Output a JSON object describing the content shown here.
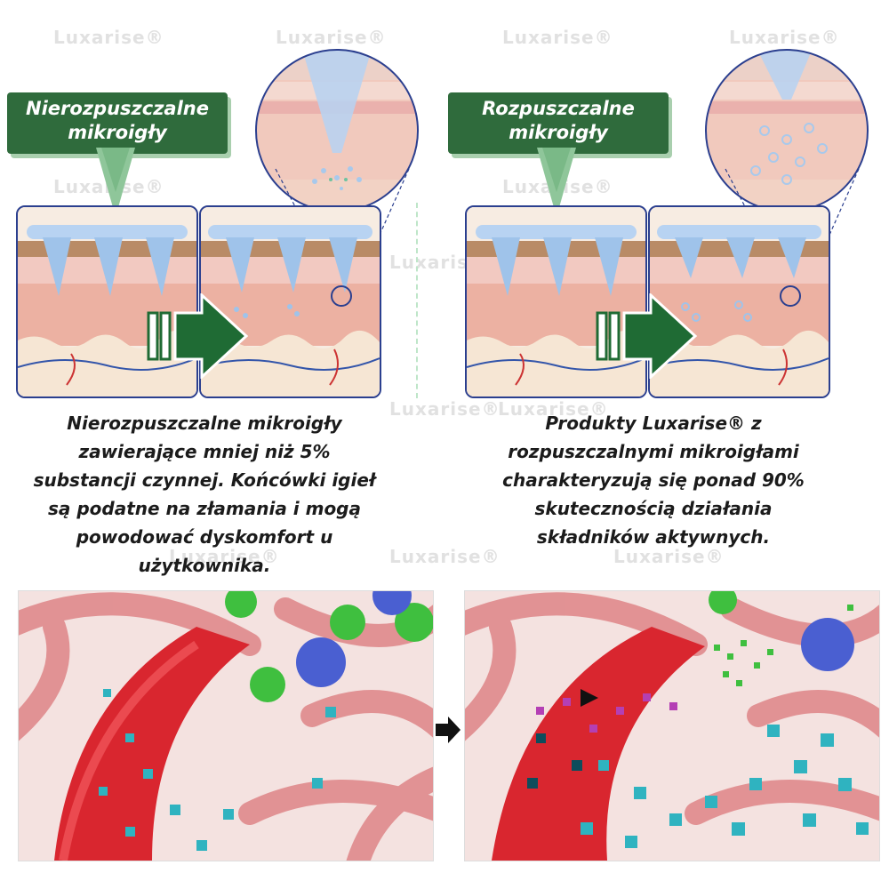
{
  "watermark": {
    "text": "Luxarise®"
  },
  "left": {
    "label_line1": "Nierozpuszczalne",
    "label_line2": "mikroigły",
    "caption_lines": [
      "Nierozpuszczalne mikroigły",
      "zawierające mniej niż 5%",
      "substancji czynnej. Końcówki igieł",
      "są podatne na złamania i mogą",
      "powodować dyskomfort u",
      "użytkownika."
    ]
  },
  "right": {
    "label_line1": "Rozpuszczalne",
    "label_line2": "mikroigły",
    "caption_lines": [
      "Produkty Luxarise® z",
      "rozpuszczalnymi mikroigłami",
      "charakteryzują się ponad 90%",
      "skutecznością działania",
      "składników aktywnych."
    ]
  },
  "icons": {
    "process_arrow": "right-arrow-icon",
    "compare_arrow": "right-arrow-icon"
  },
  "colors": {
    "label_bg": "#2f6b3c",
    "label_shadow": "#a9cfae",
    "panel_border": "#2b3f8f",
    "arrow_green": "#1f6b34"
  }
}
